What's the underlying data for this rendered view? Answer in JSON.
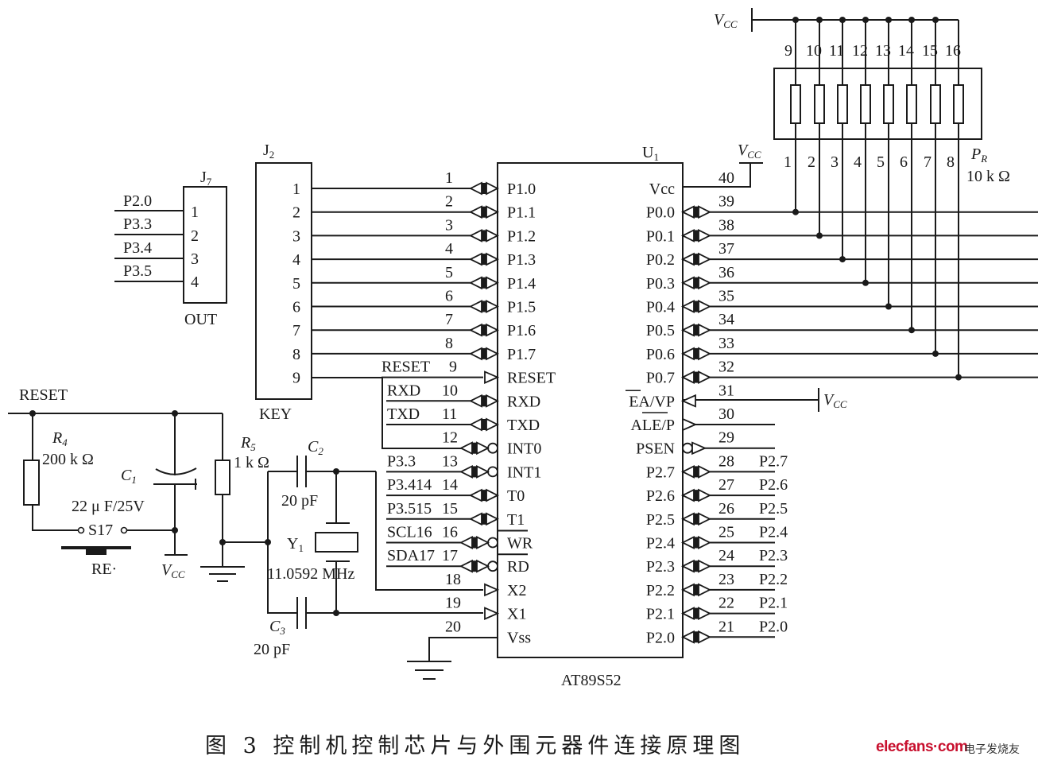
{
  "caption": "图 3   控制机控制芯片与外围元器件连接原理图",
  "watermark": {
    "logo": "elecfans·com",
    "cn": "电子发烧友",
    "logo_color": "#c8102e"
  },
  "u1": {
    "ref": "U",
    "ref_sub": "1",
    "part": "AT89S52",
    "left_pins": [
      {
        "num": "1",
        "name": "P1.0",
        "net": ""
      },
      {
        "num": "2",
        "name": "P1.1",
        "net": ""
      },
      {
        "num": "3",
        "name": "P1.2",
        "net": ""
      },
      {
        "num": "4",
        "name": "P1.3",
        "net": ""
      },
      {
        "num": "5",
        "name": "P1.4",
        "net": ""
      },
      {
        "num": "6",
        "name": "P1.5",
        "net": ""
      },
      {
        "num": "7",
        "name": "P1.6",
        "net": ""
      },
      {
        "num": "8",
        "name": "P1.7",
        "net": ""
      },
      {
        "num": "9",
        "name": "RESET",
        "net": "RESET"
      },
      {
        "num": "10",
        "name": "RXD",
        "net": "RXD"
      },
      {
        "num": "11",
        "name": "TXD",
        "net": "TXD"
      },
      {
        "num": "12",
        "name": "INT0",
        "net": ""
      },
      {
        "num": "13",
        "name": "INT1",
        "net": "P3.3"
      },
      {
        "num": "14",
        "name": "T0",
        "net": "P3.414"
      },
      {
        "num": "15",
        "name": "T1",
        "net": "P3.515"
      },
      {
        "num": "16",
        "name": "WR",
        "net": "SCL16"
      },
      {
        "num": "17",
        "name": "RD",
        "net": "SDA17"
      },
      {
        "num": "18",
        "name": "X2",
        "net": ""
      },
      {
        "num": "19",
        "name": "X1",
        "net": ""
      },
      {
        "num": "20",
        "name": "Vss",
        "net": ""
      }
    ],
    "right_pins": [
      {
        "num": "40",
        "name": "Vcc",
        "net": ""
      },
      {
        "num": "39",
        "name": "P0.0",
        "net": ""
      },
      {
        "num": "38",
        "name": "P0.1",
        "net": ""
      },
      {
        "num": "37",
        "name": "P0.2",
        "net": ""
      },
      {
        "num": "36",
        "name": "P0.3",
        "net": ""
      },
      {
        "num": "35",
        "name": "P0.4",
        "net": ""
      },
      {
        "num": "34",
        "name": "P0.5",
        "net": ""
      },
      {
        "num": "33",
        "name": "P0.6",
        "net": ""
      },
      {
        "num": "32",
        "name": "P0.7",
        "net": ""
      },
      {
        "num": "31",
        "name": "EA/VP",
        "net": ""
      },
      {
        "num": "30",
        "name": "ALE/P",
        "net": ""
      },
      {
        "num": "29",
        "name": "PSEN",
        "net": ""
      },
      {
        "num": "28",
        "name": "P2.7",
        "net": "P2.7"
      },
      {
        "num": "27",
        "name": "P2.6",
        "net": "P2.6"
      },
      {
        "num": "26",
        "name": "P2.5",
        "net": "P2.5"
      },
      {
        "num": "25",
        "name": "P2.4",
        "net": "P2.4"
      },
      {
        "num": "24",
        "name": "P2.3",
        "net": "P2.3"
      },
      {
        "num": "23",
        "name": "P2.2",
        "net": "P2.2"
      },
      {
        "num": "22",
        "name": "P2.1",
        "net": "P2.1"
      },
      {
        "num": "21",
        "name": "P2.0",
        "net": "P2.0"
      }
    ]
  },
  "j2": {
    "ref": "J",
    "ref_sub": "2",
    "name": "KEY",
    "pins": [
      "1",
      "2",
      "3",
      "4",
      "5",
      "6",
      "7",
      "8",
      "9"
    ]
  },
  "j7": {
    "ref": "J",
    "ref_sub": "7",
    "name": "OUT",
    "pins": [
      "1",
      "2",
      "3",
      "4"
    ],
    "nets": [
      "P2.0",
      "P3.3",
      "P3.4",
      "P3.5"
    ]
  },
  "pr": {
    "ref": "P",
    "ref_sub": "R",
    "value": "10 k Ω",
    "top_pins": [
      "9",
      "10",
      "11",
      "12",
      "13",
      "14",
      "15",
      "16"
    ],
    "bottom_pins": [
      "1",
      "2",
      "3",
      "4",
      "5",
      "6",
      "7",
      "8"
    ]
  },
  "vcc": {
    "main": "V",
    "sub": "CC"
  },
  "reset": {
    "net": "RESET",
    "r4": {
      "ref": "R",
      "sub": "4",
      "value": "200 k Ω"
    },
    "r5": {
      "ref": "R",
      "sub": "5",
      "value": "1 k Ω"
    },
    "c1": {
      "ref": "C",
      "sub": "1",
      "value": "22  μ F/25V"
    },
    "switch": "S17",
    "switch_label": "RE·"
  },
  "osc": {
    "c2": {
      "ref": "C",
      "sub": "2",
      "value": "20 pF"
    },
    "c3": {
      "ref": "C",
      "sub": "3",
      "value": "20 pF"
    },
    "y1": {
      "ref": "Y",
      "sub": "1",
      "value": "11.0592 MHz"
    }
  }
}
